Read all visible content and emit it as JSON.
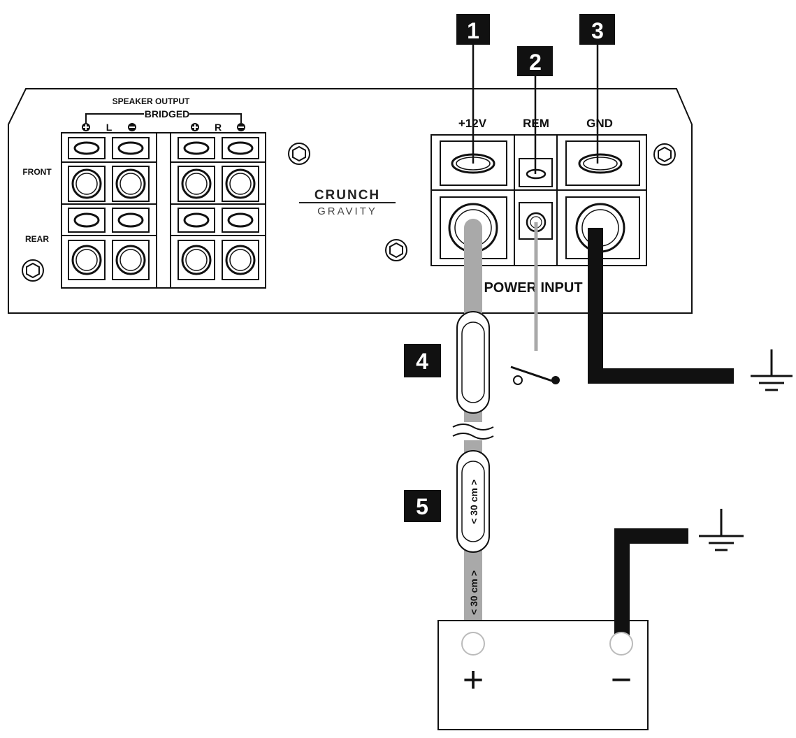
{
  "panel": {
    "speaker_output": {
      "title": "SPEAKER OUTPUT",
      "bridged": "BRIDGED",
      "left": "L",
      "right": "R",
      "front": "FRONT",
      "rear": "REAR"
    },
    "brand": {
      "name": "CRUNCH",
      "model": "GRAVITY"
    },
    "power": {
      "plus12v": "+12V",
      "rem": "REM",
      "gnd": "GND",
      "label": "POWER INPUT"
    }
  },
  "callouts": [
    "1",
    "2",
    "3",
    "4",
    "5"
  ],
  "cable": {
    "fuse_label_upper": "< 30 cm >",
    "fuse_label_lower": "< 30 cm >"
  },
  "battery": {
    "plus": "+",
    "minus": "−"
  },
  "icons": [
    "ground-symbol",
    "hex-screw",
    "remote-switch"
  ],
  "colors": {
    "ink": "#111111",
    "cable_grey": "#a9a9a9",
    "panel_bg": "#ffffff"
  }
}
